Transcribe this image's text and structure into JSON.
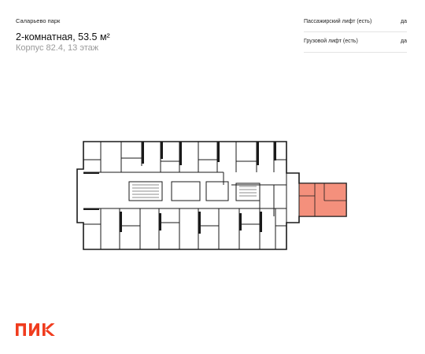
{
  "project": "Саларьево парк",
  "apartment": {
    "title": "2-комнатная, 53.5 м²",
    "subtitle": "Корпус 82.4, 13 этаж"
  },
  "features": [
    {
      "label": "Пассажирский лифт (есть)",
      "value": "да"
    },
    {
      "label": "Грузовой лифт (есть)",
      "value": "да"
    }
  ],
  "floorplan": {
    "highlight_color": "#f4907c",
    "wall_color": "#1a1a1a"
  },
  "brand": {
    "name": "ПИК",
    "color": "#f03c1e"
  }
}
